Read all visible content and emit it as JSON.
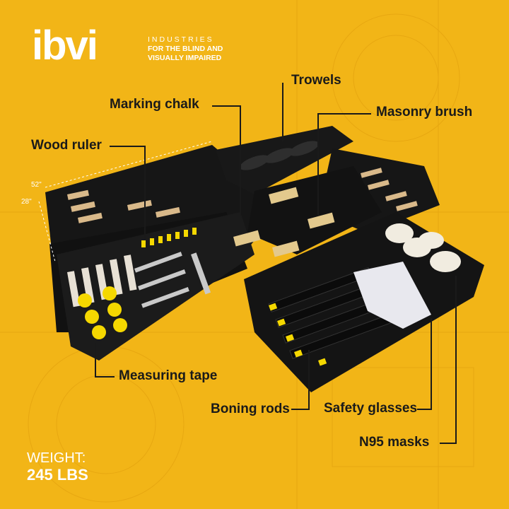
{
  "brand": {
    "logo": "ibvi",
    "line1": "INDUSTRIES",
    "line2": "FOR THE BLIND AND",
    "line3": "VISUALLY IMPAIRED"
  },
  "labels": {
    "trowels": "Trowels",
    "marking_chalk": "Marking chalk",
    "masonry_brush": "Masonry brush",
    "wood_ruler": "Wood ruler",
    "measuring_tape": "Measuring tape",
    "boning_rods": "Boning rods",
    "safety_glasses": "Safety glasses",
    "n95_masks": "N95 masks"
  },
  "dimensions": {
    "width": "52\"",
    "depth": "28\""
  },
  "weight": {
    "label": "WEIGHT:",
    "value": "245 LBS"
  },
  "colors": {
    "background": "#f2b517",
    "foam": "#151515",
    "accent": "#f5d800"
  }
}
